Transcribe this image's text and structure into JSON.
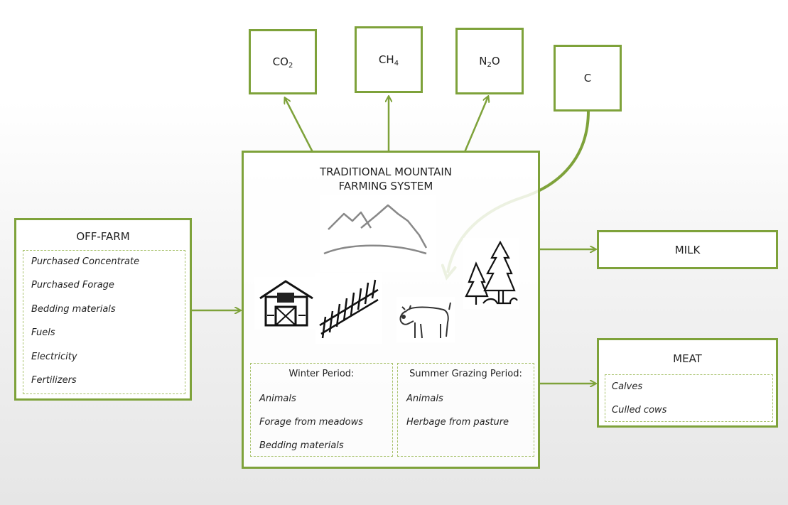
{
  "colors": {
    "accent": "#7ea23a",
    "dashed": "#a8c26c"
  },
  "emissions": {
    "co2": {
      "base": "CO",
      "sub": "2"
    },
    "ch4": {
      "base": "CH",
      "sub": "4"
    },
    "n2o": {
      "base": "N",
      "sub": "2",
      "tail": "O"
    },
    "c": "C"
  },
  "system": {
    "title_line1": "TRADITIONAL MOUNTAIN",
    "title_line2": "FARMING SYSTEM",
    "winter": {
      "heading": "Winter Period:",
      "items": [
        "Animals",
        "Forage from meadows",
        "Bedding materials"
      ]
    },
    "summer": {
      "heading": "Summer Grazing Period:",
      "items": [
        "Animals",
        "Herbage from pasture"
      ]
    }
  },
  "off_farm": {
    "title": "OFF-FARM",
    "items": [
      "Purchased Concentrate",
      "Purchased Forage",
      "Bedding materials",
      "Fuels",
      "Electricity",
      "Fertilizers"
    ]
  },
  "milk": {
    "title": "MILK"
  },
  "meat": {
    "title": "MEAT",
    "items": [
      "Calves",
      "Culled cows"
    ]
  },
  "icons": [
    "mountains-icon",
    "barn-icon",
    "fence-icon",
    "cow-icon",
    "trees-icon"
  ]
}
